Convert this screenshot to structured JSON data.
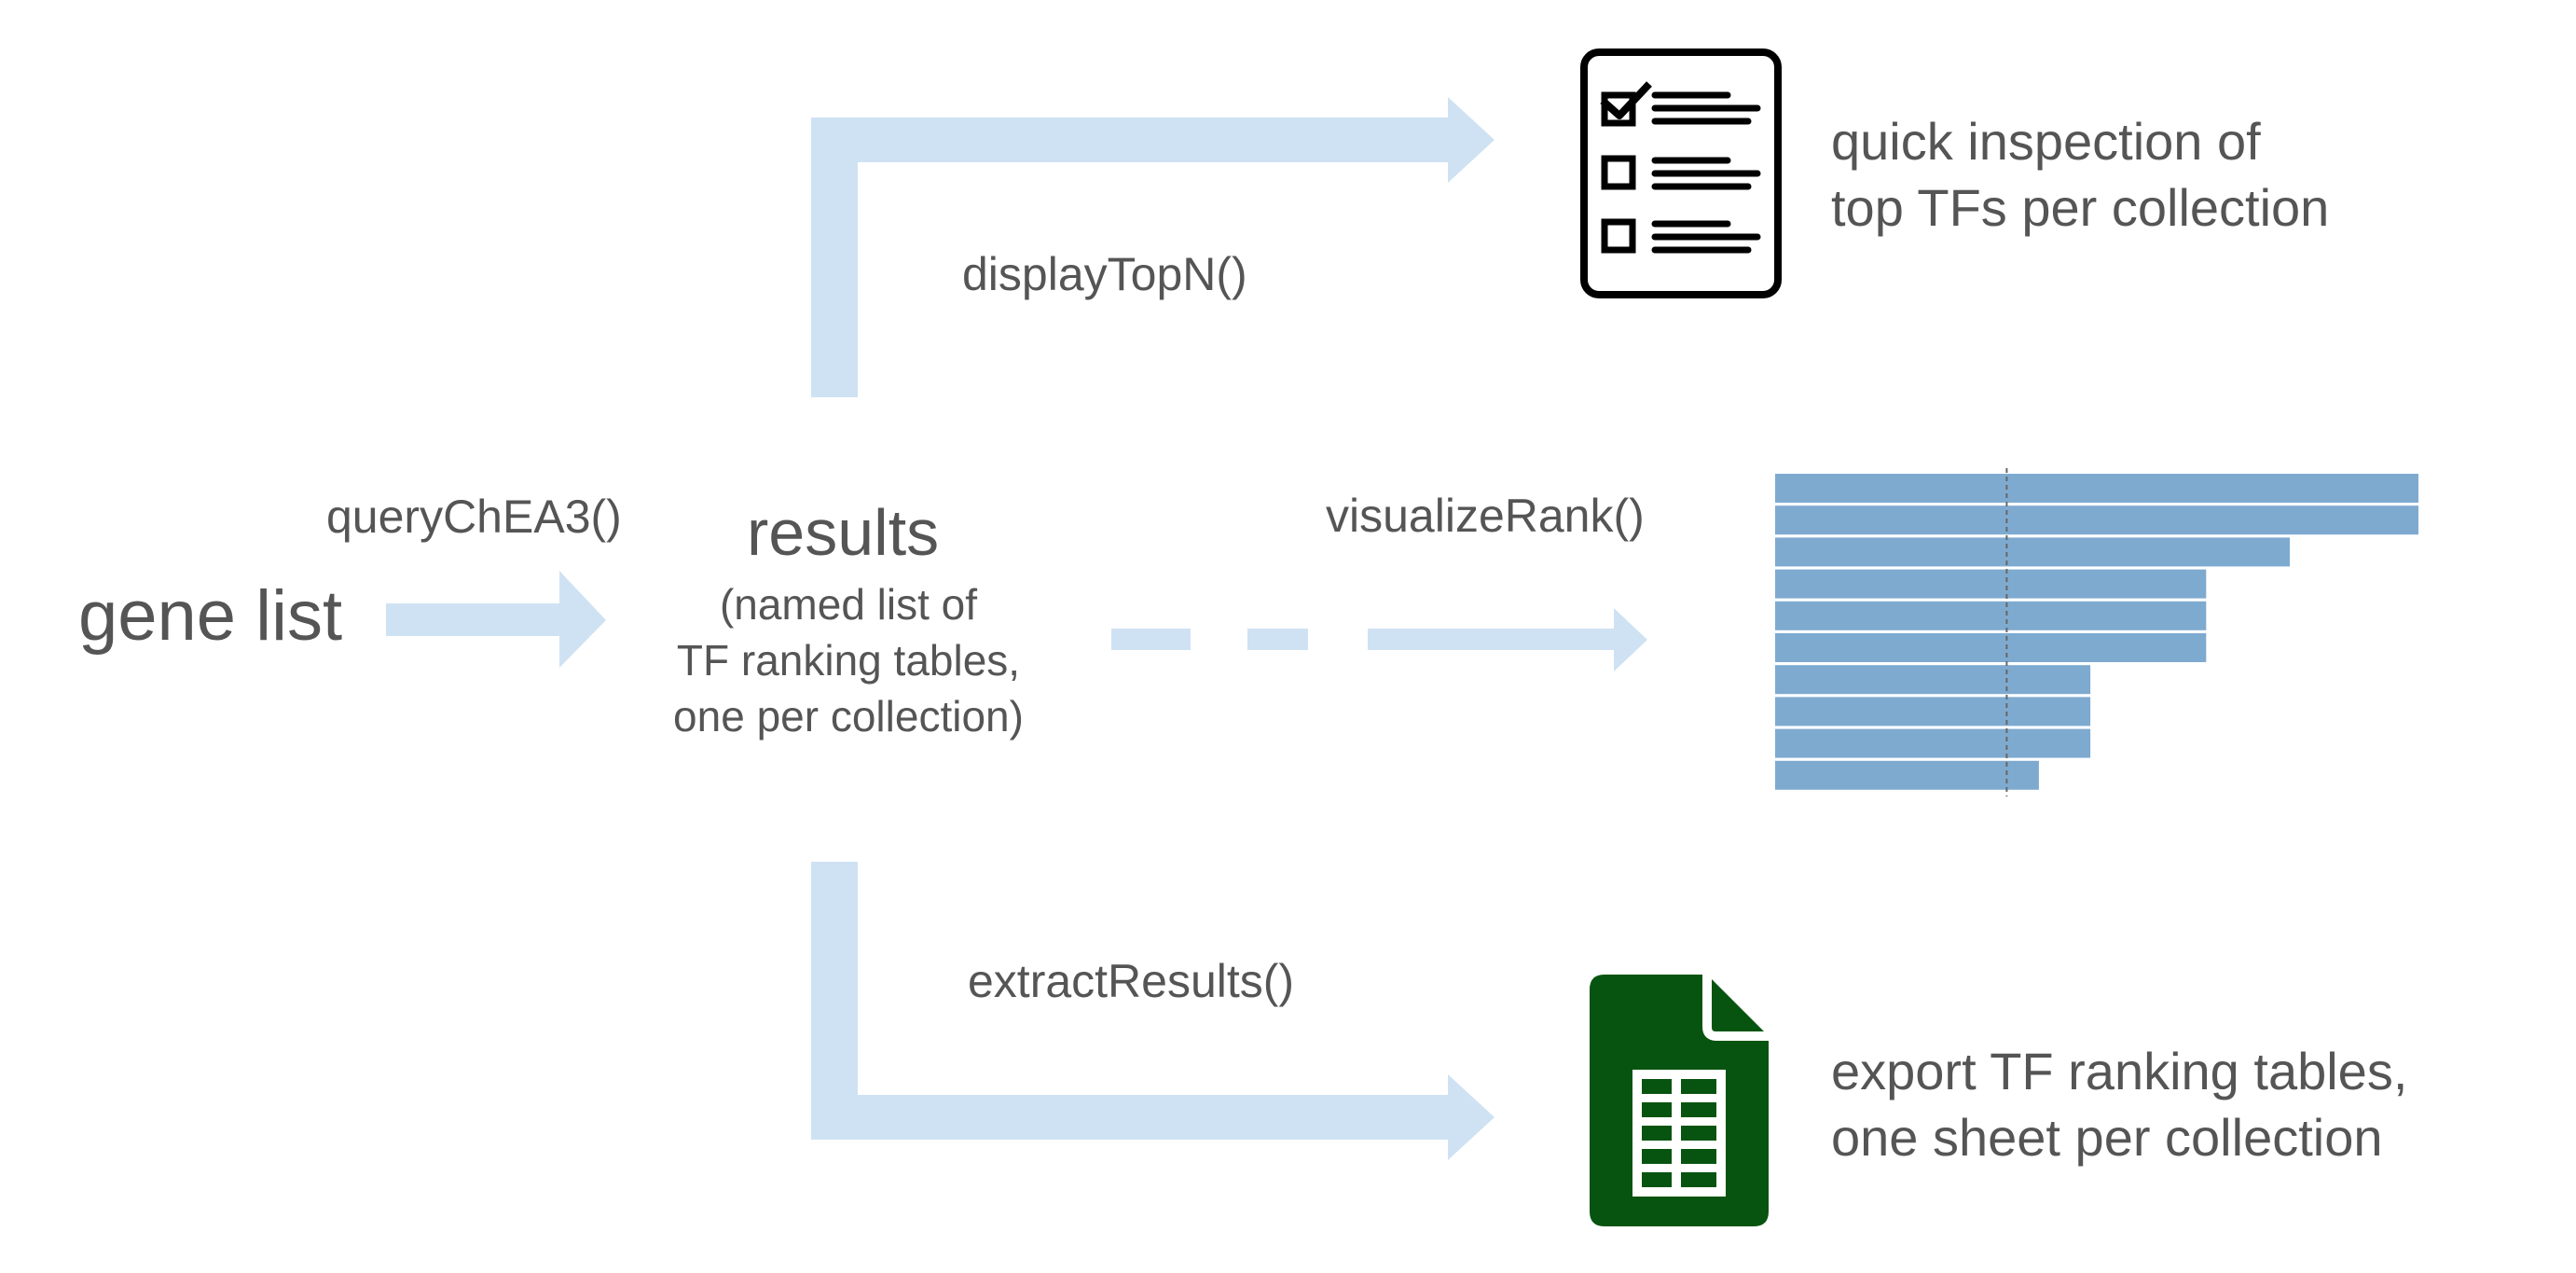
{
  "nodes": {
    "gene_list": "gene list",
    "results_title": "results",
    "results_desc": [
      "(named list of",
      "TF ranking tables,",
      "one per collection)"
    ]
  },
  "functions": {
    "query": "queryChEA3()",
    "display": "displayTopN()",
    "visualize": "visualizeRank()",
    "extract": "extractResults()"
  },
  "outputs": {
    "top": [
      "quick inspection of",
      "top TFs per collection"
    ],
    "bottom": [
      "export TF ranking tables,",
      "one sheet per collection"
    ]
  },
  "icons": {
    "checklist": "checklist-icon",
    "bar_chart": "rank-bar-chart",
    "spreadsheet": "spreadsheet-icon"
  },
  "colors": {
    "arrow": "#cfe2f3",
    "bars": "#7eaad0",
    "spreadsheet": "#075410",
    "text": "#555555"
  },
  "chart_data": {
    "type": "bar",
    "orientation": "horizontal",
    "values": [
      1.0,
      1.0,
      0.8,
      0.67,
      0.67,
      0.67,
      0.49,
      0.49,
      0.49,
      0.41
    ],
    "reference_line": 0.36,
    "title": "",
    "xlabel": "",
    "ylabel": ""
  }
}
